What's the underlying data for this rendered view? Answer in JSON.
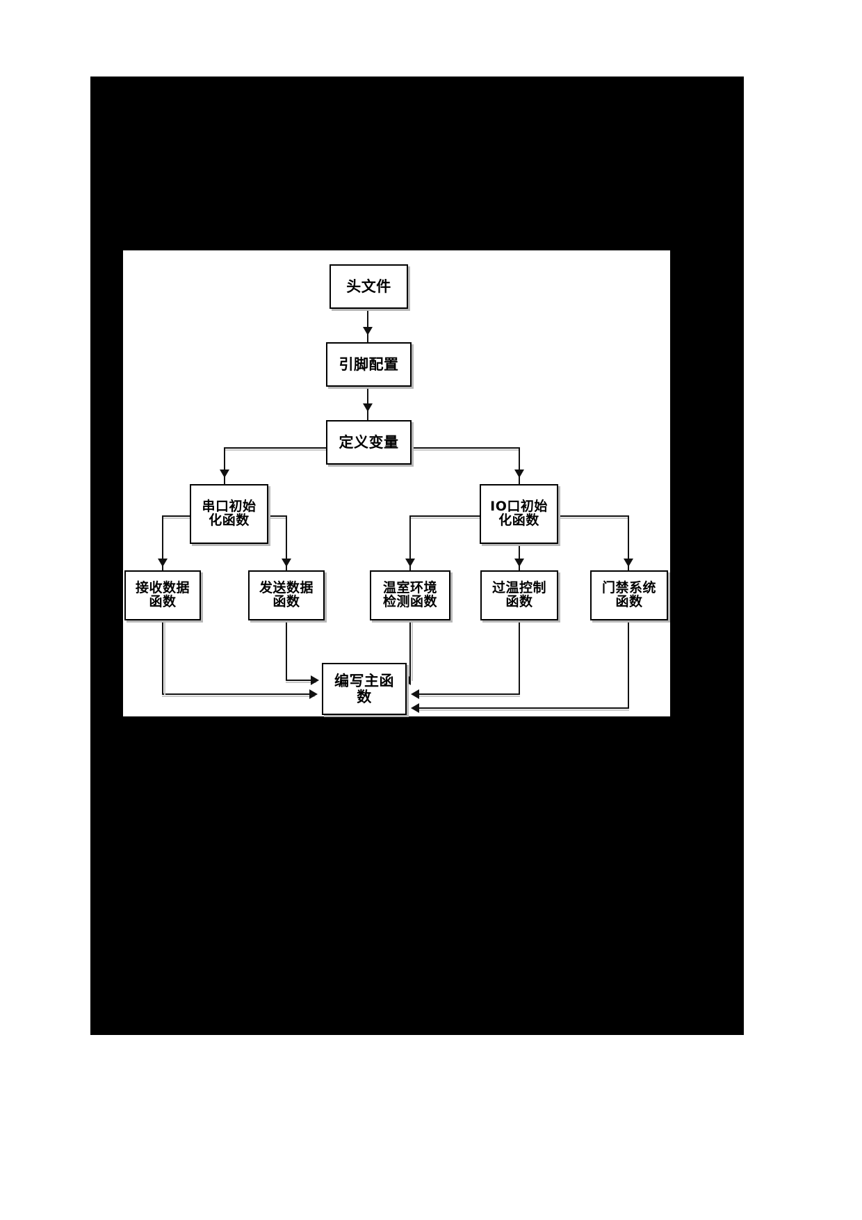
{
  "document": {
    "kind": "flowchart-figure",
    "page_background": "#ffffff",
    "dark_field_color": "#000000",
    "canvas_color": "#ffffff",
    "line_color": "#111111",
    "ghost_line_color": "#c9c9c9"
  },
  "chart_data": {
    "type": "diagram",
    "title": "",
    "orientation": "top-down",
    "nodes": [
      {
        "id": "header",
        "label": "头文件",
        "level": 0
      },
      {
        "id": "pinconf",
        "label": "引脚配置",
        "level": 1
      },
      {
        "id": "defvar",
        "label": "定义变量",
        "level": 2
      },
      {
        "id": "uartinit",
        "label": "串口初始\n化函数",
        "level": 3
      },
      {
        "id": "ioinit",
        "label": "IO口初始\n化函数",
        "level": 3
      },
      {
        "id": "recvdata",
        "label": "接收数据\n函数",
        "level": 4
      },
      {
        "id": "senddata",
        "label": "发送数据\n函数",
        "level": 4
      },
      {
        "id": "envdetect",
        "label": "温室环境\n检测函数",
        "level": 4
      },
      {
        "id": "tempctrl",
        "label": "过温控制\n函数",
        "level": 4
      },
      {
        "id": "accessctrl",
        "label": "门禁系统\n函数",
        "level": 4
      },
      {
        "id": "mainfunc",
        "label": "编写主函\n数",
        "level": 5
      }
    ],
    "edges": [
      {
        "from": "header",
        "to": "pinconf",
        "style": "straight-down"
      },
      {
        "from": "pinconf",
        "to": "defvar",
        "style": "straight-down"
      },
      {
        "from": "defvar",
        "to": "uartinit",
        "style": "elbow-left-down"
      },
      {
        "from": "defvar",
        "to": "ioinit",
        "style": "elbow-right-down"
      },
      {
        "from": "uartinit",
        "to": "recvdata",
        "style": "elbow-left-down"
      },
      {
        "from": "uartinit",
        "to": "senddata",
        "style": "elbow-right-down"
      },
      {
        "from": "ioinit",
        "to": "envdetect",
        "style": "elbow-left-down"
      },
      {
        "from": "ioinit",
        "to": "tempctrl",
        "style": "straight-down"
      },
      {
        "from": "ioinit",
        "to": "accessctrl",
        "style": "elbow-right-down"
      },
      {
        "from": "recvdata",
        "to": "mainfunc",
        "style": "down-then-right"
      },
      {
        "from": "senddata",
        "to": "mainfunc",
        "style": "down-then-right"
      },
      {
        "from": "envdetect",
        "to": "mainfunc",
        "style": "down-then-left"
      },
      {
        "from": "tempctrl",
        "to": "mainfunc",
        "style": "down-then-left"
      },
      {
        "from": "accessctrl",
        "to": "mainfunc",
        "style": "down-then-left"
      }
    ]
  },
  "labels": {
    "header": "头文件",
    "pinconf": "引脚配置",
    "defvar": "定义变量",
    "uartinit_l1": "串口初始",
    "uartinit_l2": "化函数",
    "ioinit_l1": "IO口初始",
    "ioinit_l2": "化函数",
    "recvdata_l1": "接收数据",
    "recvdata_l2": "函数",
    "senddata_l1": "发送数据",
    "senddata_l2": "函数",
    "envdetect_l1": "温室环境",
    "envdetect_l2": "检测函数",
    "tempctrl_l1": "过温控制",
    "tempctrl_l2": "函数",
    "accessctrl_l1": "门禁系统",
    "accessctrl_l2": "函数",
    "mainfunc_l1": "编写主函",
    "mainfunc_l2": "数"
  }
}
